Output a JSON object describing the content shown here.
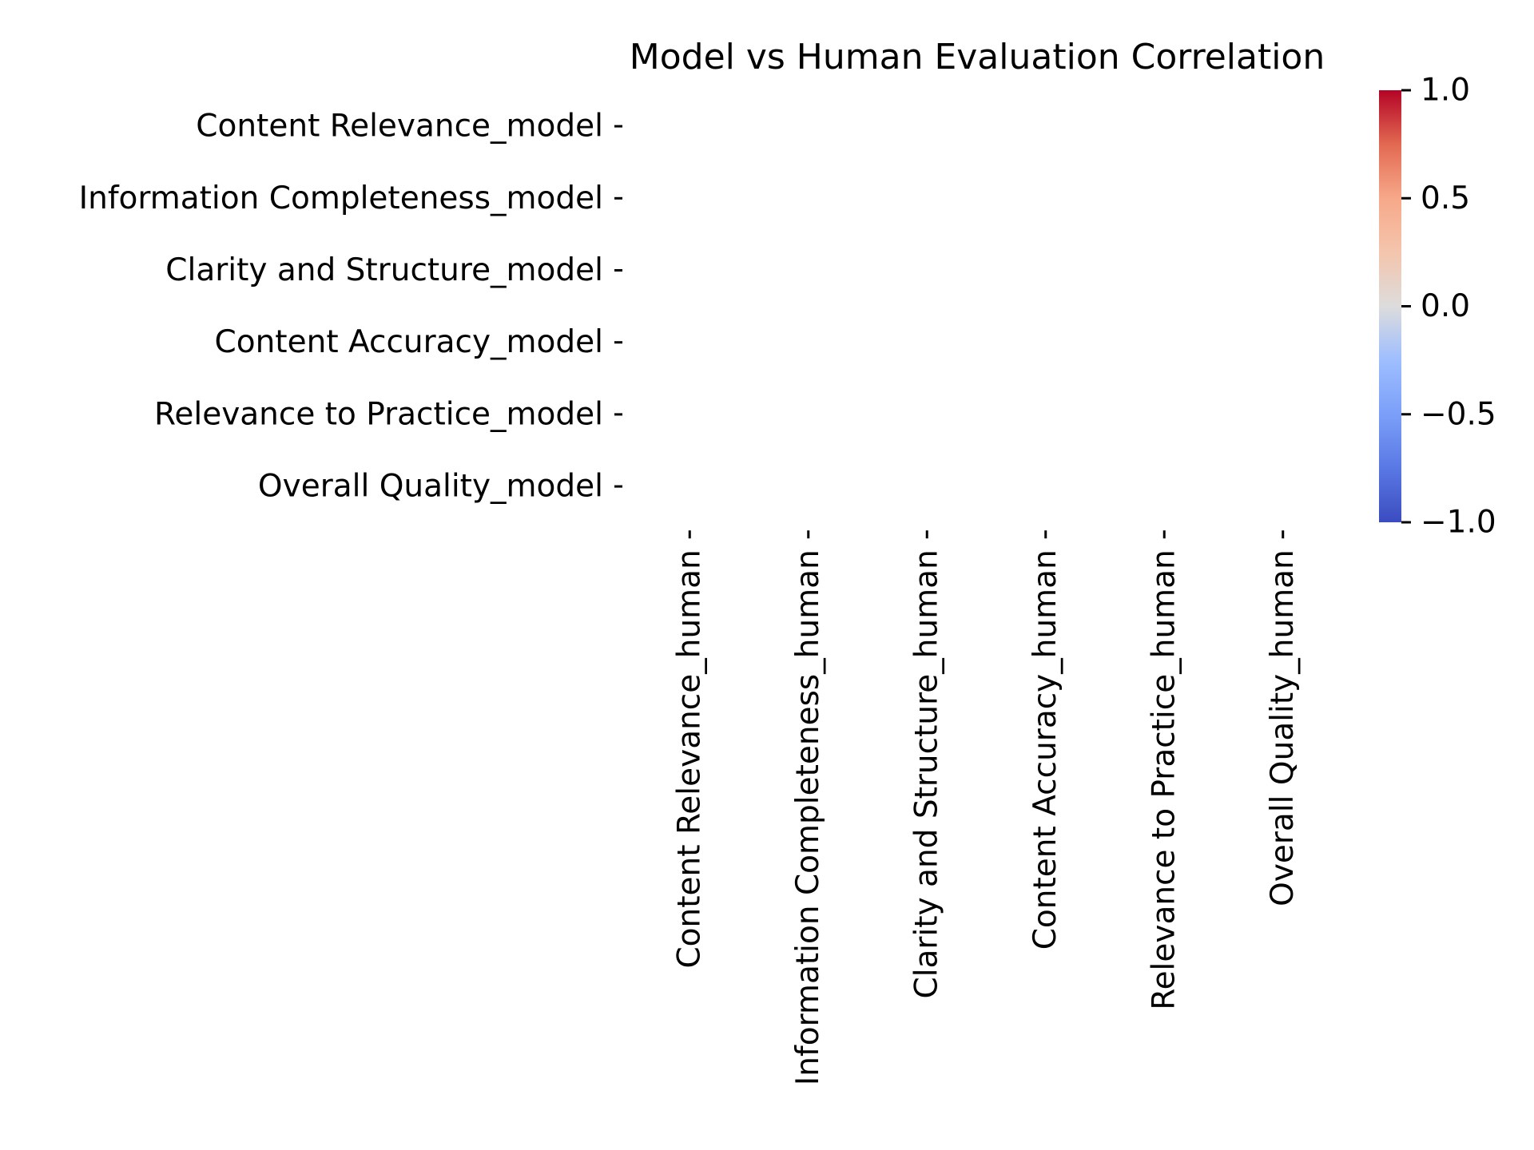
{
  "chart_data": {
    "type": "heatmap",
    "title": "Model vs Human Evaluation Correlation",
    "rows": [
      "Content Relevance_model",
      "Information Completeness_model",
      "Clarity and Structure_model",
      "Content Accuracy_model",
      "Relevance to Practice_model",
      "Overall Quality_model"
    ],
    "columns": [
      "Content Relevance_human",
      "Information Completeness_human",
      "Clarity and Structure_human",
      "Content Accuracy_human",
      "Relevance to Practice_human",
      "Overall Quality_human"
    ],
    "values": [
      [
        null,
        null,
        null,
        null,
        null,
        null
      ],
      [
        null,
        null,
        null,
        null,
        null,
        null
      ],
      [
        null,
        null,
        null,
        null,
        null,
        null
      ],
      [
        null,
        null,
        null,
        null,
        null,
        null
      ],
      [
        null,
        null,
        null,
        null,
        null,
        null
      ],
      [
        null,
        null,
        null,
        null,
        null,
        null
      ]
    ],
    "colorbar": {
      "colormap": "coolwarm",
      "range": [
        -1.0,
        1.0
      ],
      "ticks": [
        1.0,
        0.5,
        0.0,
        -0.5,
        -1.0
      ],
      "tick_labels": [
        "1.0",
        "0.5",
        "0.0",
        "−0.5",
        "−1.0"
      ]
    },
    "colors": {
      "cmap_high": "#b40426",
      "cmap_mid": "#dddcdc",
      "cmap_low": "#3b4cc0"
    },
    "grid": false,
    "legend": "colorbar-right"
  }
}
